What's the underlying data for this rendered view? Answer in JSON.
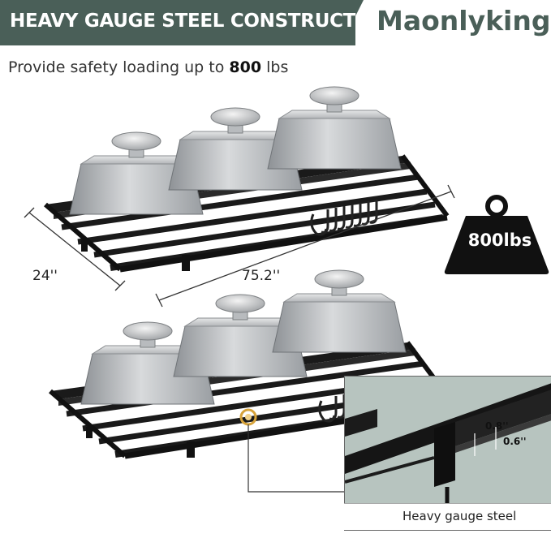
{
  "banner": {
    "title": "HEAVY GAUGE STEEL CONSTRUCTION",
    "brand": "Maonlyking",
    "color": "#4a5f58"
  },
  "subtitle": {
    "prefix": "Provide safety loading up to ",
    "value": "800",
    "suffix": " lbs"
  },
  "dimensions": {
    "depth": "24''",
    "width": "75.2''"
  },
  "weight_badge": "800lbs",
  "inset": {
    "caption": "Heavy gauge steel",
    "measure_outer": "0.8''",
    "measure_inner": "0.6''"
  },
  "icons": [
    "weight-icon",
    "pot-icon",
    "s-hook-icon",
    "callout-marker-icon"
  ]
}
